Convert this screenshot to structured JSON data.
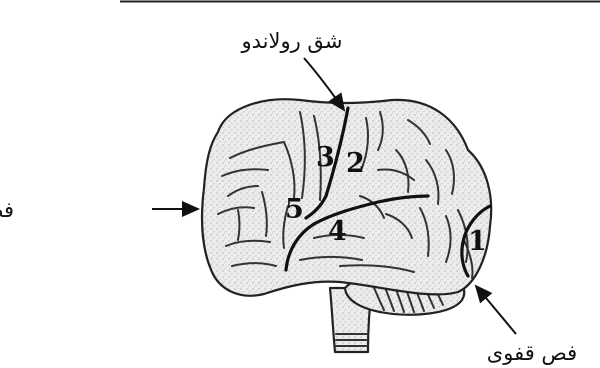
{
  "labels": {
    "central_sulcus": "شق رولاندو",
    "frontal_lobe": "فص جبهي",
    "occipital_lobe": "فص قفوى"
  },
  "regions": [
    "1",
    "2",
    "3",
    "4",
    "5"
  ],
  "colors": {
    "ink": "#111111",
    "fill": "#d9d9d9",
    "background": "#ffffff"
  }
}
